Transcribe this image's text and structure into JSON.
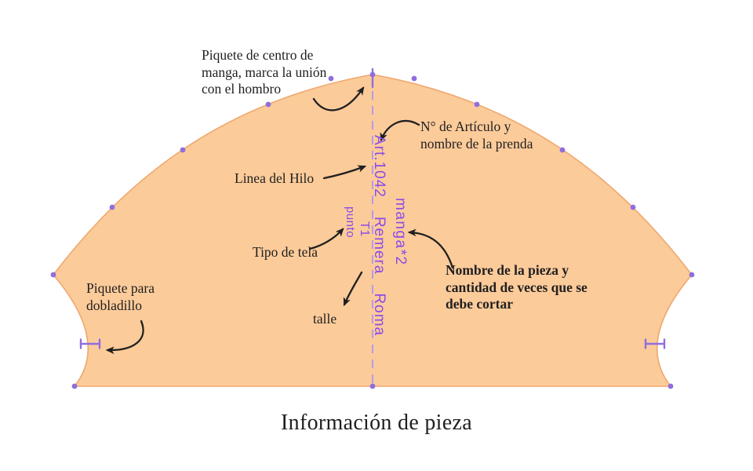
{
  "title": "Información de pieza",
  "colors": {
    "pattern_fill": "#fccb9a",
    "pattern_outline": "#efa76e",
    "grain_text": "#8a4ce8",
    "dash_line": "#b49be8",
    "vertex_dot": "#8f6ede",
    "annotation_text": "#1f1f1f"
  },
  "pattern_labels": {
    "article_number": "Art.1042",
    "garment_name": "Remera",
    "garment_model": "Roma",
    "piece_and_quantity": "manga*2",
    "fabric_type": "punto",
    "size": "T1"
  },
  "annotations": {
    "center_notch": "Piquete de centro de manga, marca la unión con el hombro",
    "article": "N° de Artículo y nombre de la prenda",
    "grain_line": "Linea del Hilo",
    "fabric": "Tipo de tela",
    "size": "talle",
    "piece_name": "Nombre de la pieza y cantidad de veces que se debe cortar",
    "hem_notch": "Piquete para dobladillo"
  }
}
